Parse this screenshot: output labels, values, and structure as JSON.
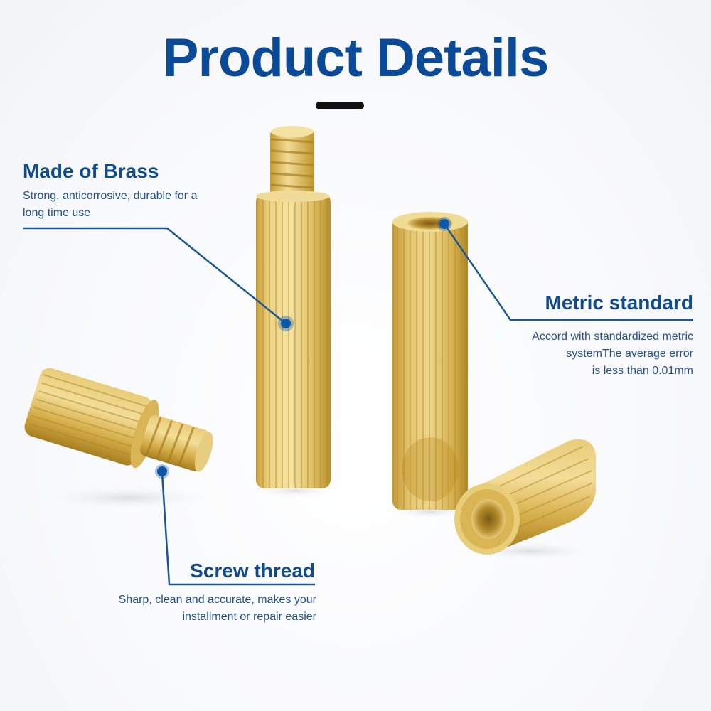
{
  "header": {
    "title": "Product Details"
  },
  "callouts": [
    {
      "title": "Made of Brass",
      "lines": [
        "Strong, anticorrosive, durable for a",
        "long time use"
      ],
      "target": "long-standoff-body"
    },
    {
      "title": "Metric standard",
      "lines": [
        "Accord with standardized metric",
        "systemThe average error",
        "is less than 0.01mm"
      ],
      "target": "female-standoff-thread-hole"
    },
    {
      "title": "Screw thread",
      "lines": [
        "Sharp, clean and accurate, makes your",
        "installment or repair easier"
      ],
      "target": "male-standoff-thread"
    }
  ],
  "products": [
    {
      "name": "male-female standoff (long, upright)"
    },
    {
      "name": "female-female standoff (long, upright)"
    },
    {
      "name": "male-female standoff (short, lying)"
    },
    {
      "name": "female nut standoff (short, lying)"
    }
  ],
  "colors": {
    "title": "#0b4a96",
    "callout_line": "#1b5797",
    "callout_dot": "#0d56a8",
    "brass_light": "#f1dc8f",
    "brass_mid": "#d9b650",
    "brass_dark": "#a87f1c"
  }
}
